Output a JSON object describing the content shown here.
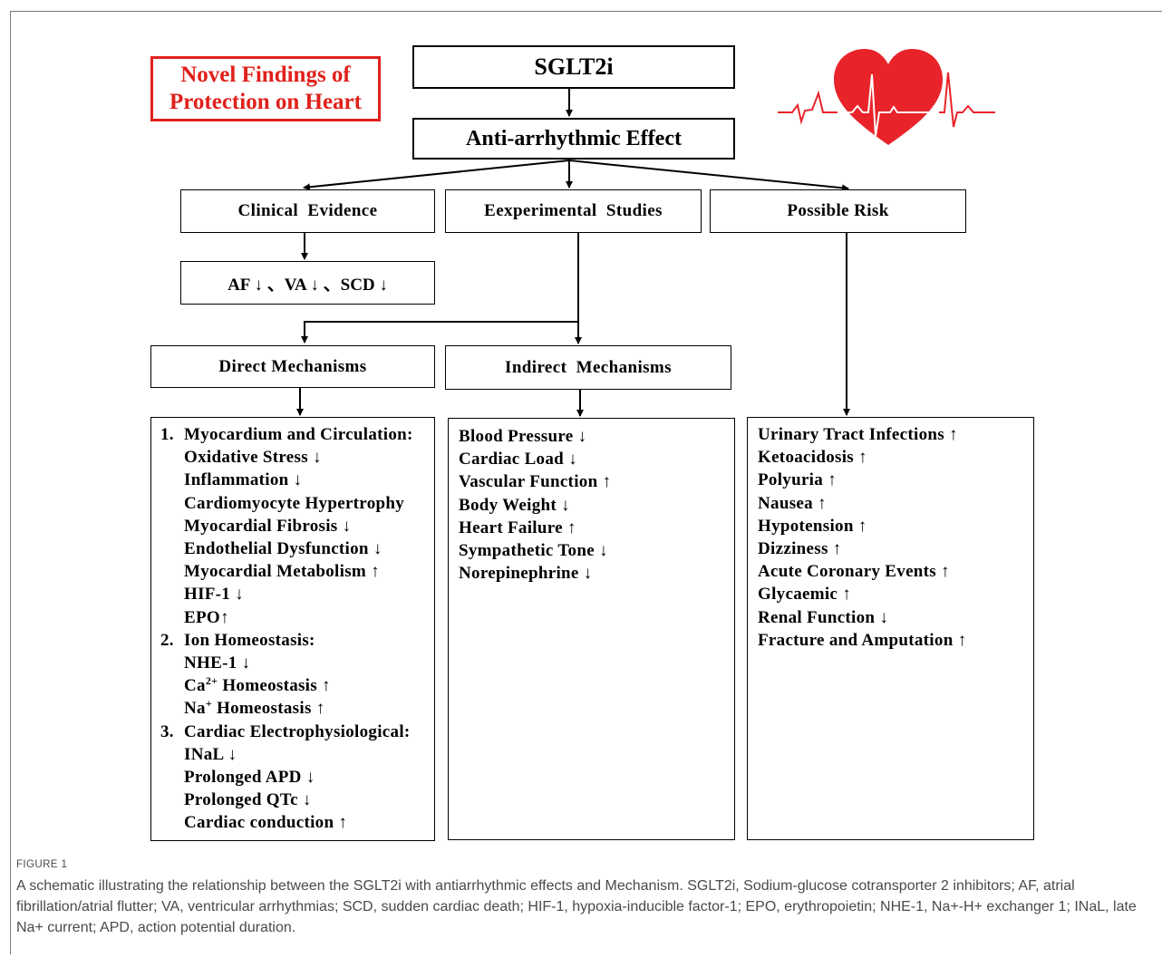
{
  "badge": {
    "line1": "Novel Findings of",
    "line2": "Protection on Heart"
  },
  "top": {
    "drug": "SGLT2i",
    "effect": "Anti-arrhythmic Effect"
  },
  "level1": {
    "clinical": "Clinical  Evidence",
    "experimental": "Eexperimental  Studies",
    "risk": "Possible Risk"
  },
  "clinical_outcome": "AF ↓ 、VA ↓ 、SCD ↓",
  "level2": {
    "direct": "Direct Mechanisms",
    "indirect": "Indirect  Mechanisms"
  },
  "direct": {
    "sec1": {
      "num": "1.",
      "title": "Myocardium and Circulation:"
    },
    "sec1_items": [
      "Oxidative Stress ↓",
      "Inflammation ↓",
      "Cardiomyocyte Hypertrophy",
      "Myocardial Fibrosis ↓",
      "Endothelial Dysfunction ↓",
      "Myocardial Metabolism ↑",
      "HIF-1 ↓",
      "EPO↑"
    ],
    "sec2": {
      "num": "2.",
      "title": "Ion Homeostasis:"
    },
    "nhe": "NHE-1 ↓",
    "ca": {
      "pre": "Ca",
      "sup": "2+",
      "post": " Homeostasis ↑"
    },
    "na": {
      "pre": "Na",
      "sup": "+",
      "post": " Homeostasis ↑"
    },
    "sec3": {
      "num": "3.",
      "title": "Cardiac Electrophysiological:"
    },
    "sec3_items": [
      "INaL ↓",
      "Prolonged APD ↓",
      "Prolonged QTc ↓",
      "Cardiac conduction ↑"
    ]
  },
  "indirect_items": [
    "Blood Pressure ↓",
    "Cardiac Load ↓",
    "Vascular Function ↑",
    "Body Weight ↓",
    "Heart Failure ↑",
    "Sympathetic Tone ↓",
    "Norepinephrine ↓"
  ],
  "risk_items": [
    "Urinary Tract Infections ↑",
    "Ketoacidosis ↑",
    "Polyuria ↑",
    "Nausea ↑",
    "Hypotension ↑",
    "Dizziness ↑",
    "Acute Coronary Events ↑",
    "Glycaemic ↑",
    "Renal Function ↓",
    "Fracture and Amputation ↑"
  ],
  "caption": {
    "label": "FIGURE 1",
    "text": "A schematic illustrating the relationship between the SGLT2i with antiarrhythmic effects and Mechanism. SGLT2i, Sodium-glucose cotransporter 2 inhibitors; AF, atrial fibrillation/atrial flutter; VA, ventricular arrhythmias; SCD, sudden cardiac death; HIF-1, hypoxia-inducible factor-1; EPO, erythropoietin; NHE-1, Na+-H+ exchanger 1; INaL, late Na+ current; APD, action potential duration."
  },
  "colors": {
    "accent": "#e0201b",
    "heart": "#e8242a",
    "line": "#000000",
    "caption": "#4a4a4a"
  },
  "icons": {
    "heart": "heart-ecg-icon"
  }
}
